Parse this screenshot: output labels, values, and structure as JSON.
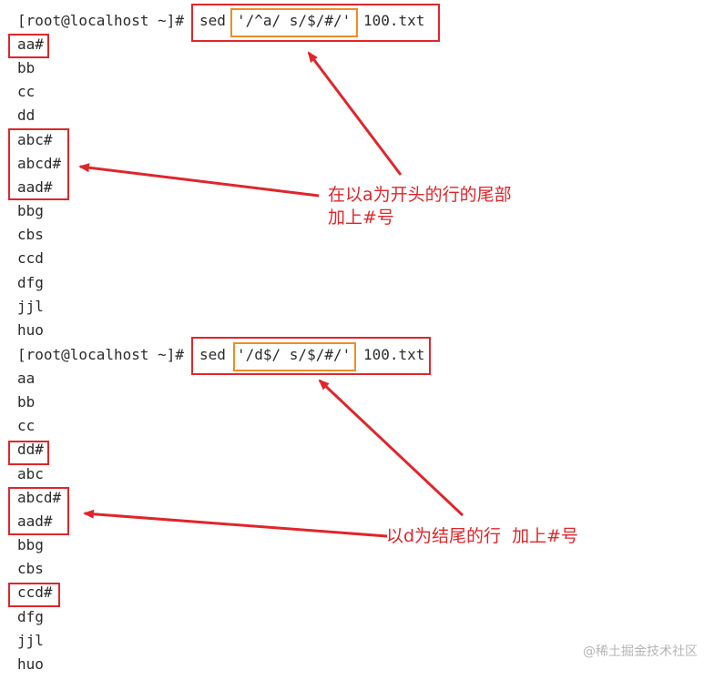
{
  "terminal": {
    "block1": {
      "prompt": "[root@localhost ~]#",
      "cmd": "sed",
      "expr": "'/^a/ s/$/#/'",
      "file": "100.txt",
      "lines": [
        "aa#",
        "bb",
        "cc",
        "dd",
        "abc#",
        "abcd#",
        "aad#",
        "bbg",
        "cbs",
        "ccd",
        "dfg",
        "jjl",
        "huo"
      ]
    },
    "block2": {
      "prompt": "[root@localhost ~]#",
      "cmd": "sed",
      "expr": "'/d$/ s/$/#/'",
      "file": "100.txt",
      "lines": [
        "aa",
        "bb",
        "cc",
        "dd#",
        "abc",
        "abcd#",
        "aad#",
        "bbg",
        "cbs",
        "ccd#",
        "dfg",
        "jjl",
        "huo"
      ]
    }
  },
  "annotations": {
    "note1_line1": "在以a为开头的行的尾部",
    "note1_line2": "加上#号",
    "note2": "以d为结尾的行  加上#号"
  },
  "watermark": "@稀土掘金技术社区",
  "colors": {
    "highlight_box": "#e0262b",
    "expr_box": "#f08c28",
    "annotation_text": "#e0262b"
  }
}
